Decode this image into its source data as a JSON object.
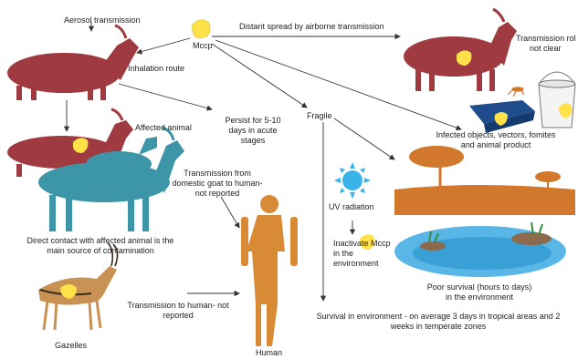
{
  "labels": {
    "aerosol": "Aerosol transmission",
    "mccp": "Mccp",
    "distant": "Distant spread by airborne transmission",
    "role_unclear_1": "Transmission rol",
    "role_unclear_2": "not clear",
    "inhalation": "Inhalation route",
    "affected": "Affected animal",
    "persist_1": "Persist for 5-10",
    "persist_2": "days in acute",
    "persist_3": "stages",
    "fragile": "Fragile",
    "fomites_1": "Infected objects, vectors, fomites",
    "fomites_2": "and animal product",
    "goat_human_1": "Transmission from",
    "goat_human_2": "domestic goat to human-",
    "goat_human_3": "not reported",
    "uv": "UV radiation",
    "inactivate_1": "Inactivate Mccp",
    "inactivate_2": "in the",
    "inactivate_3": "environment",
    "direct_1": "Direct contact with affected animal is the",
    "direct_2": "main source of contamination",
    "poor_1": "Poor survival (hours to days)",
    "poor_2": "in the environment",
    "gazelle_human_1": "Transmission to human- not",
    "gazelle_human_2": "reported",
    "survival_1": "Survival in environment - on average 3 days in tropical areas and 2",
    "survival_2": "weeks in temperate zones",
    "gazelles": "Gazelles",
    "human": "Human"
  },
  "colors": {
    "goat_red": "#9e3a40",
    "goat_teal": "#3d95a8",
    "mccp_yellow": "#ffe14a",
    "human_orange": "#d98a35",
    "landscape_orange": "#d2782c",
    "water_blue": "#58b7e6",
    "sun_blue": "#39b3ea"
  }
}
